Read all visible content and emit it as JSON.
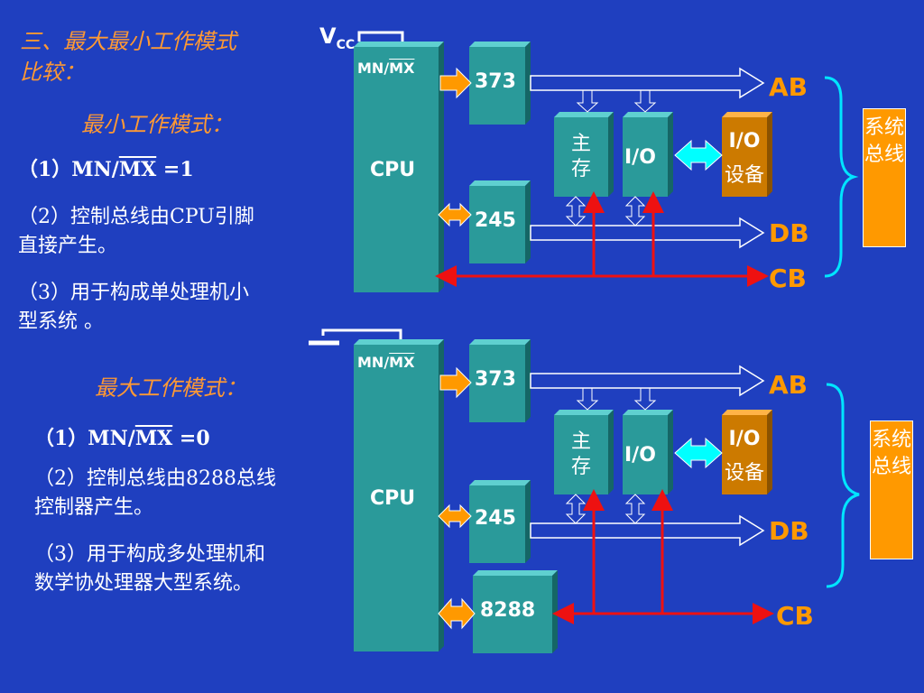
{
  "left": {
    "heading_line1": "三、最大最小工作模式",
    "heading_line2": "比较：",
    "min_title": "最小工作模式：",
    "min_items": {
      "i1_prefix": "（1）MN/",
      "i1_mx": "MX",
      "i1_suffix": " =1",
      "i2_line1": "（2）控制总线由CPU引脚",
      "i2_line2": "直接产生。",
      "i3_line1": "（3）用于构成单处理机小",
      "i3_line2": "型系统 。"
    },
    "max_title": "最大工作模式：",
    "max_items": {
      "i1_prefix": "（1）MN/",
      "i1_mx": "MX",
      "i1_suffix": " =0",
      "i2_line1": "（2）控制总线由8288总线",
      "i2_line2": "控制器产生。",
      "i3_line1": "（3）用于构成多处理机和",
      "i3_line2": "数学协处理器大型系统。"
    }
  },
  "diagram_top": {
    "vcc_v": "V",
    "vcc_sub": "CC",
    "pin_mn": "MN/",
    "pin_mx": "MX",
    "cpu": "CPU",
    "chip_373": "373",
    "chip_245": "245",
    "mem": "主存",
    "io": "I/O",
    "dev_line1": "I/O",
    "dev_line2": "设备",
    "bus_ab": "AB",
    "bus_db": "DB",
    "bus_cb": "CB",
    "sysbus": "系统总线"
  },
  "diagram_bottom": {
    "pin_mn": "MN/",
    "pin_mx": "MX",
    "cpu": "CPU",
    "chip_373": "373",
    "chip_245": "245",
    "chip_8288": "8288",
    "mem": "主存",
    "io": "I/O",
    "dev_line1": "I/O",
    "dev_line2": "设备",
    "bus_ab": "AB",
    "bus_db": "DB",
    "bus_cb": "CB",
    "sysbus": "系统总线"
  },
  "colors": {
    "background": "#1f3fbf",
    "heading": "#ff9933",
    "chip": "#2a9a9a",
    "device": "#cc7a00",
    "bus_label": "#ff9900",
    "control_line": "#ee1111",
    "brace": "#00e5ff",
    "double_arrow": "#00ffff"
  }
}
